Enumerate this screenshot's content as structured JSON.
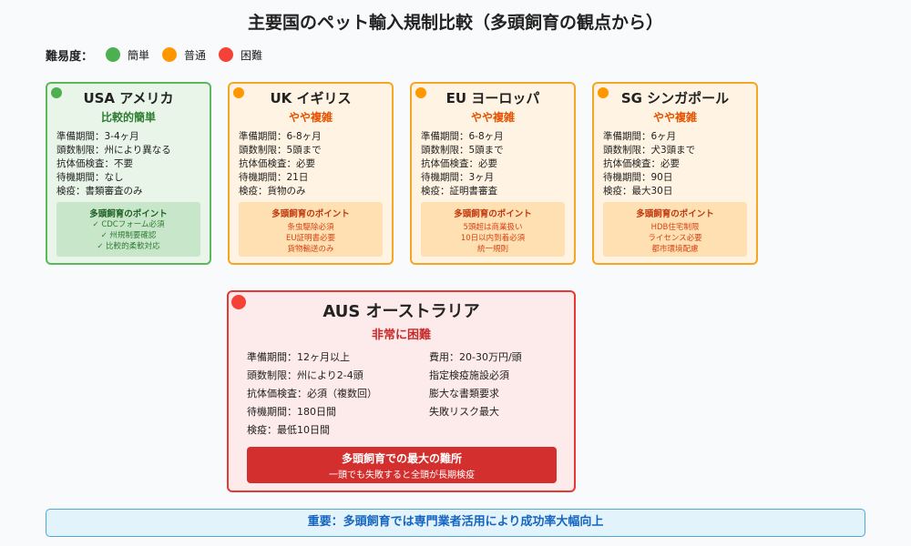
{
  "title": "主要国のペット輸入規制比較（多頭飼育の観点から）",
  "legend": {
    "label": "難易度：",
    "items": [
      {
        "label": "簡単",
        "color": "#4caf50"
      },
      {
        "label": "普通",
        "color": "#ff9800"
      },
      {
        "label": "困難",
        "color": "#f44336"
      }
    ]
  },
  "cards": [
    {
      "title": "USA アメリカ",
      "difficulty": "比較的簡単",
      "rows": [
        "準備期間：3-4ヶ月",
        "頭数制限：州により異なる",
        "抗体価検査：不要",
        "待機期間：なし",
        "検疫：書類審査のみ"
      ],
      "points_title": "多頭飼育のポイント",
      "points": [
        "✓ CDCフォーム必須",
        "✓ 州規制要確認",
        "✓ 比較的柔軟対応"
      ]
    },
    {
      "title": "UK イギリス",
      "difficulty": "やや複雑",
      "rows": [
        "準備期間：6-8ヶ月",
        "頭数制限：5頭まで",
        "抗体価検査：必要",
        "待機期間：21日",
        "検疫：貨物のみ"
      ],
      "points_title": "多頭飼育のポイント",
      "points": [
        "条虫駆除必須",
        "EU証明書必要",
        "貨物輸送のみ"
      ]
    },
    {
      "title": "EU ヨーロッパ",
      "difficulty": "やや複雑",
      "rows": [
        "準備期間：6-8ヶ月",
        "頭数制限：5頭まで",
        "抗体価検査：必要",
        "待機期間：3ヶ月",
        "検疫：証明書審査"
      ],
      "points_title": "多頭飼育のポイント",
      "points": [
        "5頭超は商業扱い",
        "10日以内到着必須",
        "統一規則"
      ]
    },
    {
      "title": "SG シンガポール",
      "difficulty": "やや複雑",
      "rows": [
        "準備期間：6ヶ月",
        "頭数制限：犬3頭まで",
        "抗体価検査：必要",
        "待機期間：90日",
        "検疫：最大30日"
      ],
      "points_title": "多頭飼育のポイント",
      "points": [
        "HDB住宅制限",
        "ライセンス必要",
        "都市環境配慮"
      ]
    }
  ],
  "aus": {
    "title": "AUS オーストラリア",
    "difficulty": "非常に困難",
    "left_rows": [
      "準備期間：12ヶ月以上",
      "頭数制限：州により2-4頭",
      "抗体価検査：必須（複数回）",
      "待機期間：180日間",
      "検疫：最低10日間"
    ],
    "right_rows": [
      "費用：20-30万円/頭",
      "指定検疫施設必須",
      "膨大な書類要求",
      "失敗リスク最大"
    ],
    "box_title": "多頭飼育での最大の難所",
    "box_text": "一頭でも失敗すると全頭が長期検疫"
  },
  "banner": "重要：多頭飼育では専門業者活用により成功率大幅向上"
}
